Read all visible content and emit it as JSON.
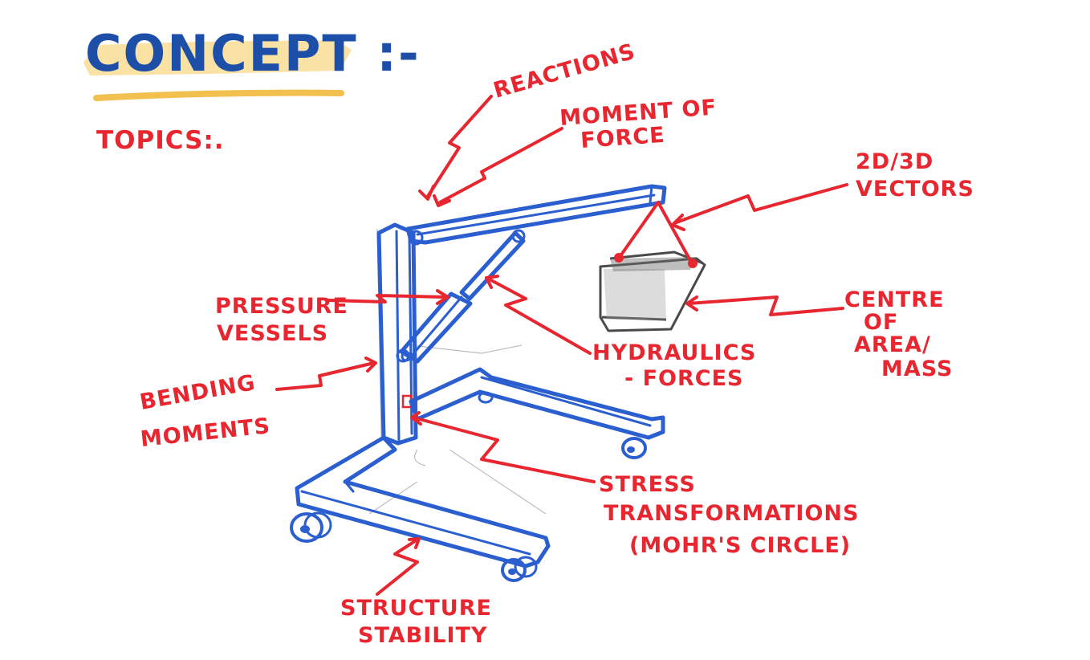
{
  "title": "Concept :-",
  "subtitle": "Topics:.",
  "labels": {
    "reactions": "Reactions",
    "moment_line1": "Moment of",
    "moment_line2": "Force",
    "vectors_line1": "2D/3D",
    "vectors_line2": "Vectors",
    "pressure_line1": "Pressure",
    "pressure_line2": "Vessels",
    "hydraulics_line1": "Hydraulics",
    "hydraulics_line2": "- Forces",
    "centre_line1": "Centre",
    "centre_line2": "of",
    "centre_line3": "Area/",
    "centre_line4": "Mass",
    "bending_line1": "Bending",
    "bending_line2": "Moments",
    "stress_line1": "Stress",
    "stress_line2": "Transformations",
    "stress_line3": "(Mohr's circle)",
    "structure_line1": "Structure",
    "structure_line2": "Stability"
  },
  "colors": {
    "ink_red": "#e8262f",
    "ink_blue": "#2b5fd0",
    "title_blue": "#1d4fa8",
    "highlight_yellow": "#f6c95a",
    "pencil_grey": "#4a4a4a"
  }
}
